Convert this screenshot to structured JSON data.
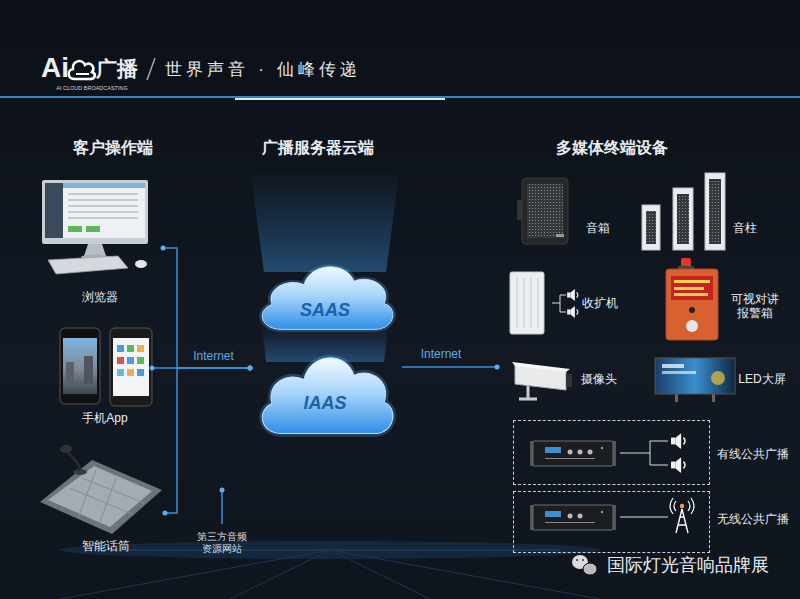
{
  "diagram": {
    "nodes": [
      {
        "text": [
          "浏览器"
        ]
      },
      {
        "text": [
          "手机App"
        ]
      },
      {
        "text": [
          "智能话筒"
        ]
      },
      {
        "text": [
          "SAAS"
        ]
      },
      {
        "text": [
          "IAAS"
        ]
      },
      {
        "text": [
          "音箱"
        ]
      },
      {
        "text": [
          "音柱"
        ]
      },
      {
        "text": [
          "收扩机"
        ]
      },
      {
        "text": [
          "可视对讲 报警箱"
        ]
      },
      {
        "text": [
          "摄像头"
        ]
      },
      {
        "text": [
          "LED大屏"
        ]
      },
      {
        "text": [
          "有线公共广播"
        ]
      },
      {
        "text": [
          "无线公共广播"
        ]
      }
    ],
    "edges": [
      {
        "from": 0,
        "to": 4,
        "arrow": "none"
      },
      {
        "from": 1,
        "to": 4,
        "label": "Internet",
        "arrow": "none"
      },
      {
        "from": 2,
        "to": 4,
        "arrow": "none"
      }
    ],
    "labels": [
      "Ai",
      "广播",
      "AI CLOUD BROADCASTING",
      "世界声音 · 仙峰传递",
      "客户操作端",
      "广播服务器云端",
      "多媒体终端设备",
      "Internet",
      "第三方音频 资源网站",
      "国际灯光音响品牌展"
    ]
  }
}
